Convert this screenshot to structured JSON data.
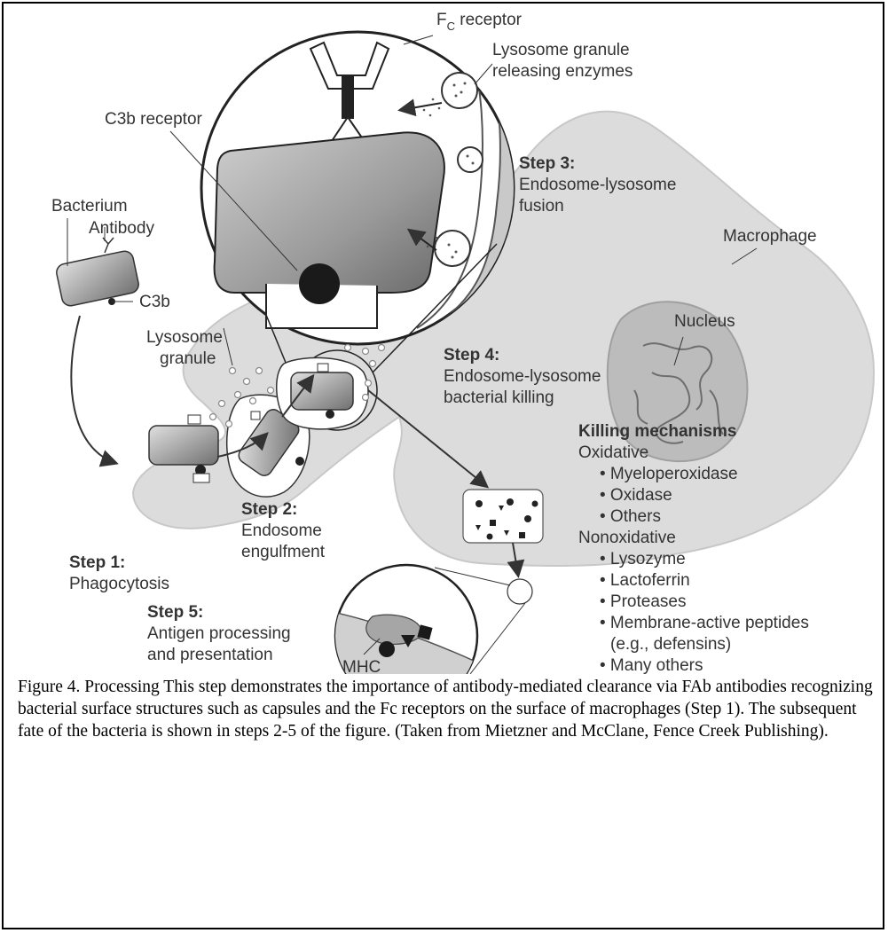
{
  "labels": {
    "fc_receptor_main": "F",
    "fc_receptor_sub": "C",
    "fc_receptor_rest": " receptor",
    "c3b_receptor": "C3b receptor",
    "lysosome_releasing_1": "Lysosome granule",
    "lysosome_releasing_2": "releasing enzymes",
    "bacterium": "Bacterium",
    "antibody": "Antibody",
    "c3b": "C3b",
    "lysosome_granule_1": "Lysosome",
    "lysosome_granule_2": "granule",
    "macrophage": "Macrophage",
    "nucleus": "Nucleus",
    "mhc": "MHC"
  },
  "steps": [
    {
      "title": "Step 1:",
      "lines": [
        "Phagocytosis"
      ]
    },
    {
      "title": "Step 2:",
      "lines": [
        "Endosome",
        "engulfment"
      ]
    },
    {
      "title": "Step 3:",
      "lines": [
        "Endosome-lysosome",
        "fusion"
      ]
    },
    {
      "title": "Step 4:",
      "lines": [
        "Endosome-lysosome",
        "bacterial killing"
      ]
    },
    {
      "title": "Step 5:",
      "lines": [
        "Antigen processing",
        "and presentation"
      ]
    }
  ],
  "killing_mechanisms": {
    "title": "Killing mechanisms",
    "oxidative": "Oxidative",
    "oxidative_items": [
      "• Myeloperoxidase",
      "• Oxidase",
      "• Others"
    ],
    "nonoxidative": "Nonoxidative",
    "nonoxidative_items": [
      "• Lysozyme",
      "• Lactoferrin",
      "• Proteases",
      "• Membrane-active peptides",
      "(e.g., defensins)",
      "• Many others"
    ]
  },
  "caption": "Figure 4.  Processing This step demonstrates the importance of antibody-mediated clearance via FAb antibodies recognizing bacterial surface structures such as capsules and the Fc receptors on the surface of macrophages (Step 1).  The subsequent fate of the bacteria is shown in steps 2-5 of the figure.  (Taken from Mietzner and McClane, Fence Creek Publishing)."
}
